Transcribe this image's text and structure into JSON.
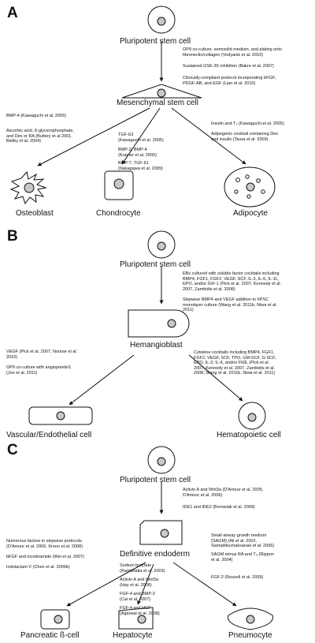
{
  "panels": [
    {
      "letter": "A",
      "source_label": "Pluripotent stem cell",
      "intermediate_label": "Mesenchymal stem cell",
      "top_notes": [
        [
          "OP9 co-culture, semisolid medium, and plating onto",
          "fibronectin/collagen (Vodyanik et al. 2010)"
        ],
        [
          "Sustained GSK-3ß inhibition (Bakre et al. 2007)"
        ],
        [
          "Clinically-compliant protocol incorporating bFGF,",
          "PDGF-AB, and EGF (Lian et al. 2010)"
        ]
      ],
      "targets": [
        {
          "label": "Osteoblast",
          "notes": [
            [
              "BMP-4 (Kawaguchi et al. 2005)"
            ],
            [
              "Ascorbic acid, ß-glycerophosphate,",
              "and Dex or RA (Buttery et al 2001,",
              "Bielby et al. 2004)"
            ]
          ]
        },
        {
          "label": "Chondrocyte",
          "notes": [
            [
              "TGF-ß3",
              "(Kawaguchi et al. 2005)"
            ],
            [
              "BMP-2, BMP-4",
              "(Kramer et al. 2000)"
            ],
            [
              "BMP-7, TGF-ß1",
              "(Nakagawa et al. 2009)"
            ]
          ]
        },
        {
          "label": "Adipocyte",
          "notes": [
            [
              "Insulin and T₃ (Kawaguchi et al. 2005)"
            ],
            [
              "Adipogenic cocktail containing Dex",
              "and insulin (Taura et al. 2009)"
            ]
          ]
        }
      ]
    },
    {
      "letter": "B",
      "source_label": "Pluripotent stem cell",
      "intermediate_label": "Hemangioblast",
      "top_notes": [
        [
          "EBs cultured with soluble factor cocktails including",
          "BMP4, FGF1, FGF2, VEGF, SCF, IL-3, IL-6, IL-11,",
          "EPO, and/or IGF-1 (Pick et al. 2007, Kennedy et al.",
          "2007, Zambidis et al. 2008)"
        ],
        [
          "Stepwise BMP4 and VEGF addition to hPSC",
          "monolayer culture (Wang et al. 2011b, Niwa et al.",
          "2011)"
        ]
      ],
      "targets": [
        {
          "label": "Vascular/Endothelial cell",
          "notes": [
            [
              "VEGF (Pick et al. 2007, Nourse et al.",
              "2010)"
            ],
            [
              "OP9 co-culture with angiopoietin1",
              "(Joo et al. 2011)"
            ]
          ]
        },
        {
          "label": "Hematopoietic cell",
          "notes": [
            [
              "Cytokine cocktails including BMP4, FGF1,",
              "FGF2, VEGF, SCF, TPO, GM-SCF, G-SCF,",
              "EPO, IL-3, IL-6, and/or Flt3L (Pick et al.",
              "2007, Kennedy et al. 2007, Zambidis et al.",
              "2008, Wang et al. 2011b, Niwa et al. 2011)"
            ]
          ]
        }
      ]
    },
    {
      "letter": "C",
      "source_label": "Pluripotent stem cell",
      "intermediate_label": "Definitive endoderm",
      "top_notes": [
        [
          "Activin A and Wnt3a (D'Amour et al. 2005,",
          "D'Amour et al. 2006)"
        ],
        [
          "IDE1 and IDE2 (Borowiak et al. 2009)"
        ]
      ],
      "targets": [
        {
          "label": "Pancreatic ß-cell",
          "notes": [
            [
              "Numerous factors in stepwise protocols",
              "(D'Amour et al. 2006, Kroon et al. 2008)"
            ],
            [
              "bFGF and nicotinamide (Wei et al. 2007)"
            ],
            [
              "Indolactam V (Chen et al. 2009b)"
            ]
          ]
        },
        {
          "label": "Hepatocyte",
          "notes": [
            [
              "Sodium butyrate",
              "(Rambhatla et al. 2003)"
            ],
            [
              "Activin A and Wnt3a",
              "(Hay et al. 2008)"
            ],
            [
              "FGF-4 and BMP-2",
              "(Cai et al. 2007)"
            ],
            [
              "FGF-4 and HGF",
              "(Agarwal et al. 2008)"
            ]
          ]
        },
        {
          "label": "Pneumocyte",
          "notes": [
            [
              "Small airway growth medium",
              "(SAGM) (Ali et al. 2002,",
              "Samadikuchaksaraei et al. 2006)"
            ],
            [
              "SAGM minus RA and T₃ (Rippon",
              "et al. 2004)"
            ],
            [
              "FGF-2 (Roszell et al. 2009)"
            ]
          ]
        }
      ]
    }
  ],
  "colors": {
    "line": "#111111",
    "cell_fill": "#ffffff",
    "nucleus": "#c8c8c8",
    "text": "#111111"
  }
}
